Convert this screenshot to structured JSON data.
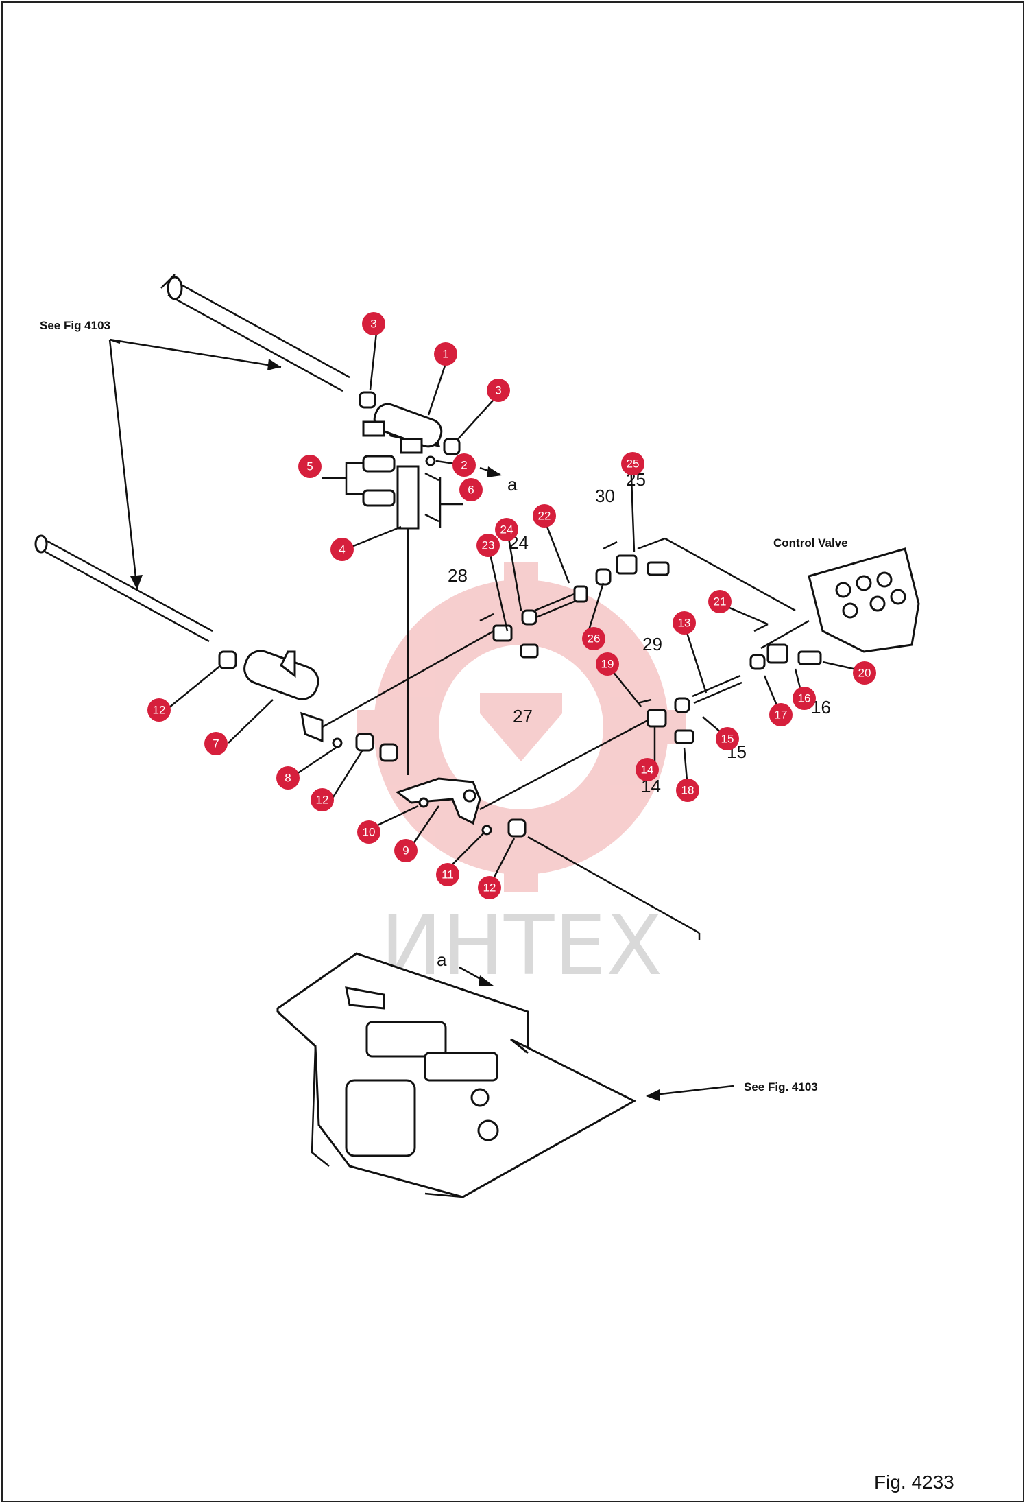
{
  "labels": {
    "see_fig_top": "See Fig  4103",
    "see_fig_bottom": "See Fig.  4103",
    "control_valve": "Control Valve",
    "view_a_top": "a",
    "view_a_bottom": "a",
    "figure_number": "Fig. 4233",
    "watermark": "ИНТЕХ"
  },
  "callouts": [
    {
      "id": "c1",
      "number": "1"
    },
    {
      "id": "c2",
      "number": "2"
    },
    {
      "id": "c3a",
      "number": "3"
    },
    {
      "id": "c3b",
      "number": "3"
    },
    {
      "id": "c4",
      "number": "4"
    },
    {
      "id": "c5",
      "number": "5"
    },
    {
      "id": "c6",
      "number": "6"
    },
    {
      "id": "c7",
      "number": "7"
    },
    {
      "id": "c8",
      "number": "8"
    },
    {
      "id": "c9",
      "number": "9"
    },
    {
      "id": "c10",
      "number": "10"
    },
    {
      "id": "c11",
      "number": "11"
    },
    {
      "id": "c12a",
      "number": "12"
    },
    {
      "id": "c12b",
      "number": "12"
    },
    {
      "id": "c12c",
      "number": "12"
    },
    {
      "id": "c13",
      "number": "13"
    },
    {
      "id": "c14",
      "number": "14"
    },
    {
      "id": "c15",
      "number": "15"
    },
    {
      "id": "c16",
      "number": "16"
    },
    {
      "id": "c17",
      "number": "17"
    },
    {
      "id": "c18",
      "number": "18"
    },
    {
      "id": "c19",
      "number": "19"
    },
    {
      "id": "c20",
      "number": "20"
    },
    {
      "id": "c21",
      "number": "21"
    },
    {
      "id": "c22",
      "number": "22"
    },
    {
      "id": "c23",
      "number": "23"
    },
    {
      "id": "c24",
      "number": "24"
    },
    {
      "id": "c25",
      "number": "25"
    },
    {
      "id": "c26",
      "number": "26"
    }
  ],
  "printed_numbers": [
    "30",
    "28",
    "29",
    "27",
    "14",
    "15",
    "16",
    "24",
    "25"
  ],
  "colors": {
    "badge": "#d61f3c",
    "line": "#111111",
    "watermark_logo": "#f6c9c9",
    "watermark_text": "#d9d9d9"
  }
}
